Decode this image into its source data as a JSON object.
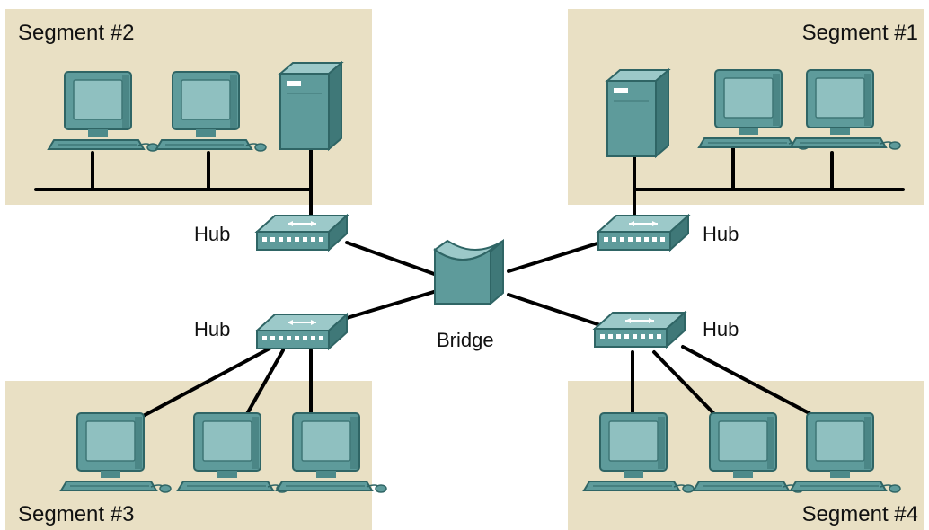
{
  "colors": {
    "segment_background": "#e9e0c4",
    "device_teal": "#5e9b9b",
    "device_light": "#9cc9c9",
    "device_dark": "#2f6565",
    "screen": "#7fb3b3",
    "link": "#000000"
  },
  "segments": {
    "seg1": {
      "label": "Segment #1"
    },
    "seg2": {
      "label": "Segment #2"
    },
    "seg3": {
      "label": "Segment #3"
    },
    "seg4": {
      "label": "Segment #4"
    }
  },
  "hubs": {
    "seg1": {
      "label": "Hub"
    },
    "seg2": {
      "label": "Hub"
    },
    "seg3": {
      "label": "Hub"
    },
    "seg4": {
      "label": "Hub"
    }
  },
  "bridge": {
    "label": "Bridge"
  },
  "icons": {
    "workstation": "workstation-icon",
    "server": "server-icon",
    "hub": "hub-icon",
    "bridge": "bridge-icon"
  }
}
